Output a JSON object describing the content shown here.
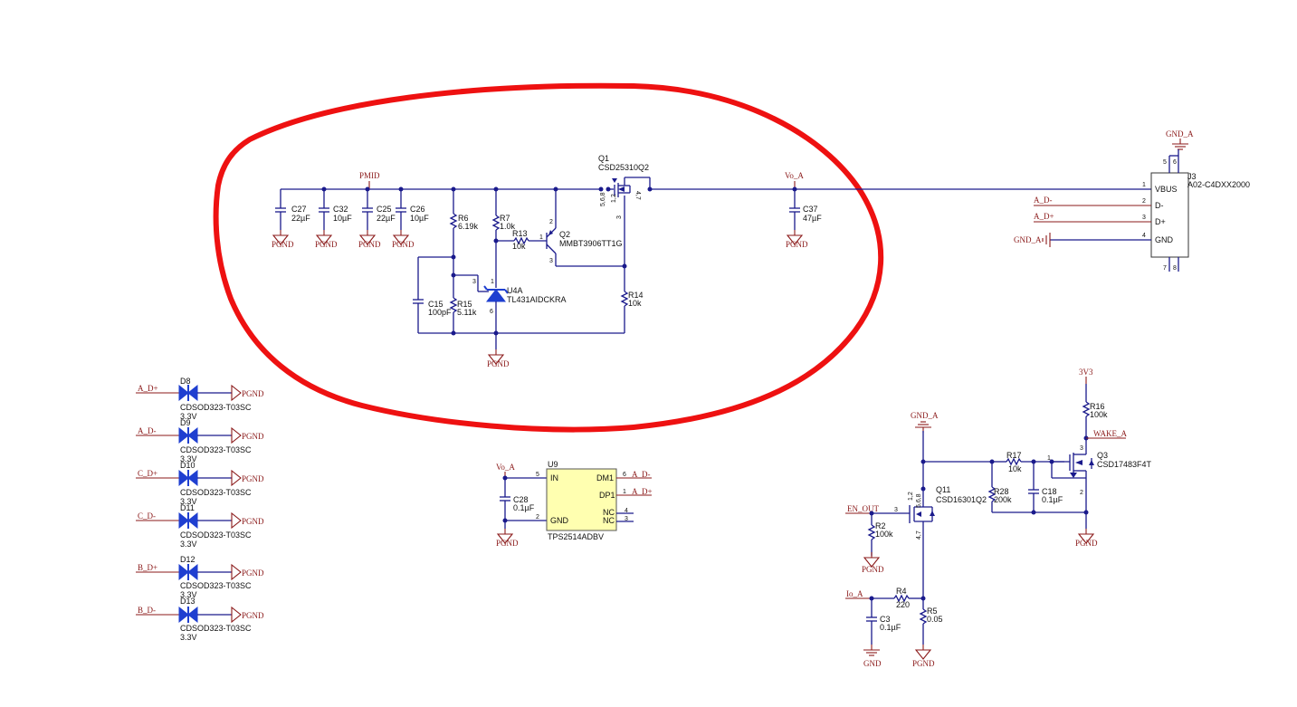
{
  "annotation": {
    "color": "#ee1111"
  },
  "nets": {
    "pmid": "PMID",
    "vo_a": "Vo_A",
    "gnd_a": "GND_A",
    "three_v3": "3V3",
    "wake_a": "WAKE_A",
    "en_out": "EN_OUT",
    "io_a": "Io_A",
    "a_dm": "A_D-",
    "a_dp": "A_D+",
    "c_dp": "C_D+",
    "c_dm": "C_D-",
    "b_dp": "B_D+",
    "b_dm": "B_D-",
    "pgnd": "PGND",
    "gnd": "GND",
    "gnd_a_conn": "GND_A"
  },
  "components": {
    "c27": {
      "ref": "C27",
      "value": "22µF"
    },
    "c32": {
      "ref": "C32",
      "value": "10µF"
    },
    "c25": {
      "ref": "C25",
      "value": "22µF"
    },
    "c26": {
      "ref": "C26",
      "value": "10µF"
    },
    "r6": {
      "ref": "R6",
      "value": "6.19k"
    },
    "r7": {
      "ref": "R7",
      "value": "1.0k"
    },
    "r13": {
      "ref": "R13",
      "value": "10k"
    },
    "q1": {
      "ref": "Q1",
      "value": "CSD25310Q2",
      "pins_a": "5,6,8",
      "pins_b": "1,2",
      "pins_c": "4,7",
      "pin3": "3"
    },
    "q2": {
      "ref": "Q2",
      "value": "MMBT3906TT1G",
      "p1": "1",
      "p2": "2",
      "p3": "3"
    },
    "c37": {
      "ref": "C37",
      "value": "47µF"
    },
    "u4a": {
      "ref": "U4A",
      "value": "TL431AIDCKRA",
      "p1": "1",
      "p3": "3",
      "p6": "6"
    },
    "c15": {
      "ref": "C15",
      "value": "100pF"
    },
    "r15": {
      "ref": "R15",
      "value": "5.11k"
    },
    "r14": {
      "ref": "R14",
      "value": "10k"
    },
    "j3": {
      "ref": "J3",
      "value": "A02-C4DXX2000",
      "pins": [
        {
          "num": "1",
          "name": "VBUS"
        },
        {
          "num": "2",
          "name": "D-"
        },
        {
          "num": "3",
          "name": "D+"
        },
        {
          "num": "4",
          "name": "GND"
        }
      ],
      "p5": "5",
      "p6": "6",
      "p7": "7",
      "p8": "8"
    },
    "u9": {
      "ref": "U9",
      "value": "TPS2514ADBV",
      "pins_left": [
        {
          "num": "5",
          "name": "IN"
        },
        {
          "num": "2",
          "name": "GND"
        }
      ],
      "pins_right": [
        {
          "num": "6",
          "name": "DM1"
        },
        {
          "num": "1",
          "name": "DP1"
        },
        {
          "num": "4",
          "name": "NC"
        },
        {
          "num": "3",
          "name": "NC"
        }
      ]
    },
    "c28": {
      "ref": "C28",
      "value": "0.1µF"
    },
    "r16": {
      "ref": "R16",
      "value": "100k"
    },
    "q3": {
      "ref": "Q3",
      "value": "CSD17483F4T",
      "p1": "1",
      "p2": "2",
      "p3": "3"
    },
    "r17": {
      "ref": "R17",
      "value": "10k"
    },
    "r28": {
      "ref": "R28",
      "value": "200k"
    },
    "c18": {
      "ref": "C18",
      "value": "0.1µF"
    },
    "q11": {
      "ref": "Q11",
      "value": "CSD16301Q2",
      "pins_a": "1,2",
      "pins_b": "5,6,8",
      "pins_c": "4,7",
      "p3": "3"
    },
    "r2": {
      "ref": "R2",
      "value": "100k"
    },
    "r4": {
      "ref": "R4",
      "value": "220"
    },
    "r5": {
      "ref": "R5",
      "value": "0.05"
    },
    "c3": {
      "ref": "C3",
      "value": "0.1µF"
    }
  },
  "diodes": [
    {
      "ref": "D8",
      "part": "CDSOD323-T03SC",
      "voltage": "3.3V",
      "net": "A_D+"
    },
    {
      "ref": "D9",
      "part": "CDSOD323-T03SC",
      "voltage": "3.3V",
      "net": "A_D-"
    },
    {
      "ref": "D10",
      "part": "CDSOD323-T03SC",
      "voltage": "3.3V",
      "net": "C_D+"
    },
    {
      "ref": "D11",
      "part": "CDSOD323-T03SC",
      "voltage": "3.3V",
      "net": "C_D-"
    },
    {
      "ref": "D12",
      "part": "CDSOD323-T03SC",
      "voltage": "3.3V",
      "net": "B_D+"
    },
    {
      "ref": "D13",
      "part": "CDSOD323-T03SC",
      "voltage": "3.3V",
      "net": "B_D-"
    }
  ]
}
